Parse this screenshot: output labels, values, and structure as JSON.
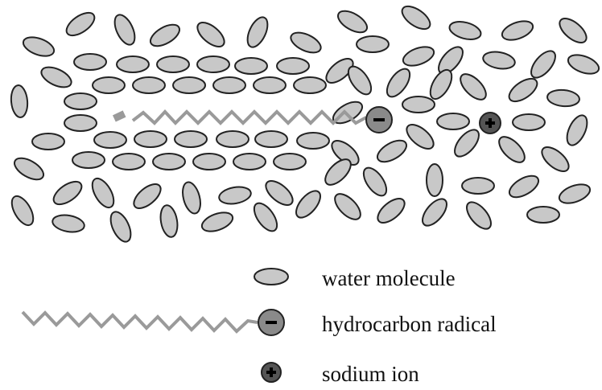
{
  "legend": {
    "water": "water molecule",
    "radical": "hydrocarbon radical",
    "sodium": "sodium ion"
  },
  "colors": {
    "molecule_fill": "#c8c8c8",
    "outline": "#222222",
    "chain": "#9a9a9a",
    "anion_fill": "#8a8a8a",
    "cation_fill": "#555555"
  },
  "symbols": {
    "anion": "minus-icon",
    "cation": "plus-icon"
  }
}
